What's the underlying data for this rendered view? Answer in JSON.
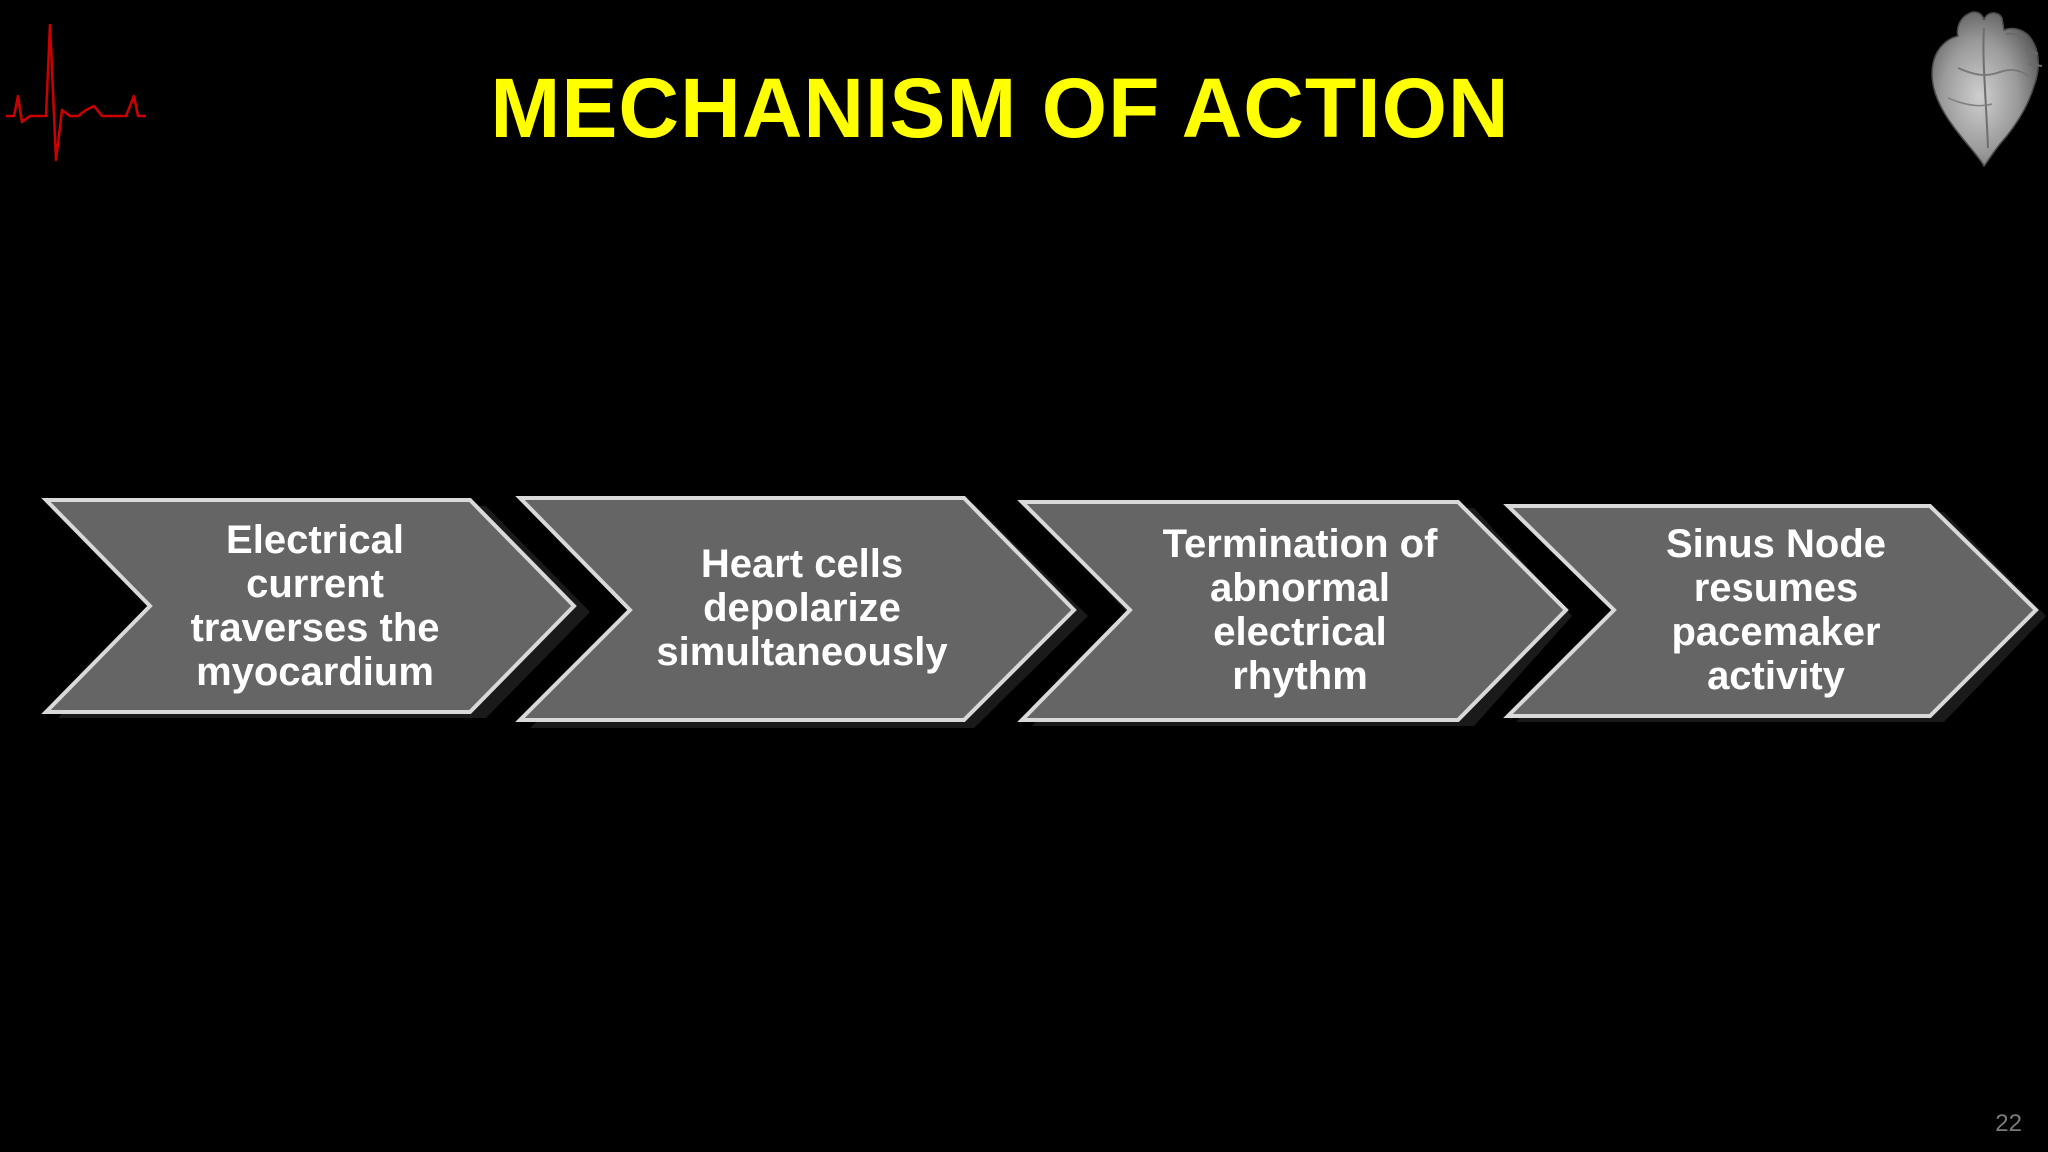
{
  "slide": {
    "title": "MECHANISM OF ACTION",
    "page_number": "22",
    "colors": {
      "background": "#000000",
      "title": "#ffff00",
      "chevron_fill": "#666566",
      "chevron_border": "#d9d9d9",
      "text": "#ffffff",
      "ecg_line": "#cc0000"
    },
    "icons": {
      "top_left": "ecg-waveform-icon",
      "top_right": "anatomical-heart-icon"
    }
  },
  "flow": {
    "steps": [
      {
        "label": "Electrical\ncurrent\ntraverses the\nmyocardium"
      },
      {
        "label": "Heart cells\ndepolarize\nsimultaneously"
      },
      {
        "label": "Termination of\nabnormal\nelectrical\nrhythm"
      },
      {
        "label": "Sinus Node\nresumes\npacemaker\nactivity"
      }
    ]
  }
}
